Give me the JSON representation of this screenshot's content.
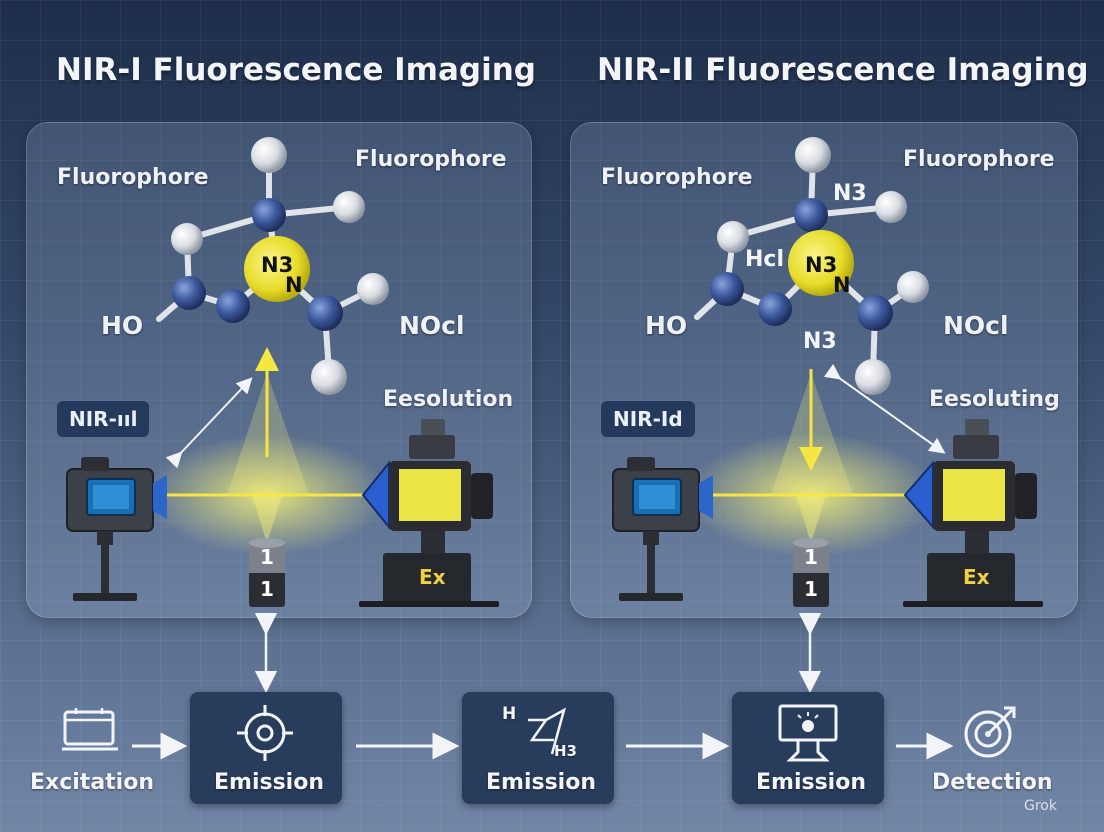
{
  "titles": {
    "left": "NIR-I Fluorescence Imaging",
    "right": "NIR-II Fluorescence Imaging"
  },
  "left_panel": {
    "fluorophore_a": "Fluorophore",
    "fluorophore_b": "Fluorophore",
    "center_atom": "N3",
    "center_atom_n": "N",
    "ho": "HO",
    "noci": "NOcl",
    "tag": "NIR-ııl",
    "resolution": "Eesolution",
    "cylinder_top": "1",
    "cylinder_bottom": "1",
    "ex": "Ex"
  },
  "right_panel": {
    "fluorophore_a": "Fluorophore",
    "fluorophore_b": "Fluorophore",
    "n3_top": "N3",
    "hcl": "Hcl",
    "center_atom": "N3",
    "center_atom_n": "N",
    "ho": "HO",
    "noci": "NOcl",
    "n3_bottom": "N3",
    "tag": "NIR-Id",
    "resolution": "Eesoluting",
    "cylinder_top": "1",
    "cylinder_bottom": "1",
    "ex": "Ex"
  },
  "flow": {
    "step1": "Excitation",
    "step2": "Emission",
    "step3": "Emission",
    "step3_h": "H",
    "step3_h3": "H3",
    "step4": "Emission",
    "step5": "Detection"
  },
  "watermark": "Grok",
  "colors": {
    "accent_yellow": "#f5e642",
    "atom_blue": "#3d5a9e",
    "box_navy": "#283c5c"
  }
}
